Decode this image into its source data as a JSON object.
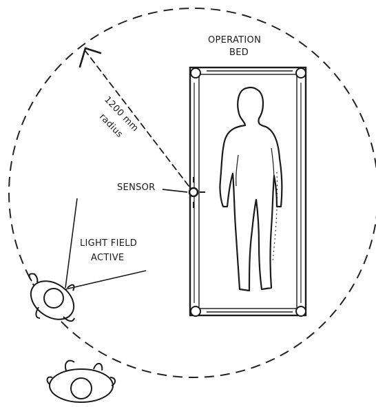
{
  "labels": {
    "bed_title_line1": "OPERATION",
    "bed_title_line2": "BED",
    "radius_line1": "1200 mm",
    "radius_line2": "radius",
    "sensor": "SENSOR",
    "light_line1": "LIGHT FIELD",
    "light_line2": "ACTIVE"
  },
  "colors": {
    "ink": "#1a1a1a",
    "background": "#ffffff"
  }
}
